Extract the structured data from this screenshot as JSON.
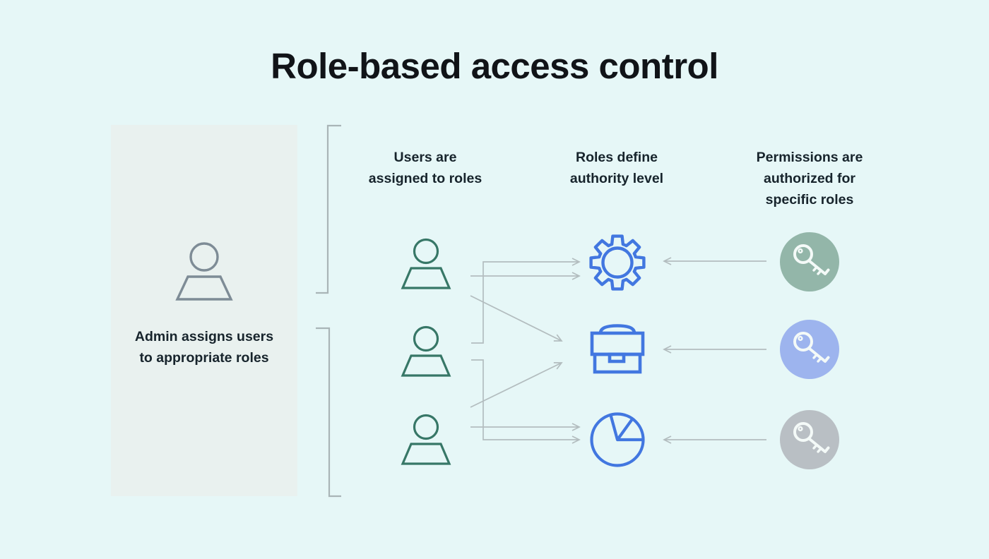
{
  "title": "Role-based access control",
  "colors": {
    "background": "#e6f7f7",
    "panel": "#e9f1ef",
    "title_text": "#111418",
    "heading_text": "#17242c",
    "user_stroke": "#377767",
    "role_stroke": "#4277e0",
    "admin_stroke": "#7e8c96",
    "arrow": "#b3bdbf",
    "bracket": "#a9b5b7",
    "key_stroke": "#f4faf8",
    "key_circle_green": "#93b6a9",
    "key_circle_blue": "#9db4ee",
    "key_circle_gray": "#b9bfc4"
  },
  "admin_panel": {
    "icon": "person-icon",
    "label_lines": [
      "Admin assigns users",
      "to appropriate roles"
    ]
  },
  "columns": [
    {
      "id": "users",
      "heading_lines": [
        "Users are",
        "assigned to roles"
      ],
      "icons": [
        "user-icon",
        "user-icon",
        "user-icon"
      ]
    },
    {
      "id": "roles",
      "heading_lines": [
        "Roles define",
        "authority level"
      ],
      "icons": [
        "gear-icon",
        "briefcase-icon",
        "pie-chart-icon"
      ]
    },
    {
      "id": "permissions",
      "heading_lines": [
        "Permissions are",
        "authorized for",
        "specific roles"
      ],
      "icons": [
        "key-icon-green",
        "key-icon-blue",
        "key-icon-gray"
      ]
    }
  ],
  "connections": [
    {
      "from": "user-1",
      "to": "role-gear"
    },
    {
      "from": "user-1",
      "to": "role-briefcase"
    },
    {
      "from": "user-2",
      "to": "role-gear"
    },
    {
      "from": "user-2",
      "to": "role-pie-chart"
    },
    {
      "from": "user-3",
      "to": "role-briefcase"
    },
    {
      "from": "user-3",
      "to": "role-pie-chart"
    },
    {
      "from": "permission-key-green",
      "to": "role-gear"
    },
    {
      "from": "permission-key-blue",
      "to": "role-briefcase"
    },
    {
      "from": "permission-key-gray",
      "to": "role-pie-chart"
    }
  ]
}
